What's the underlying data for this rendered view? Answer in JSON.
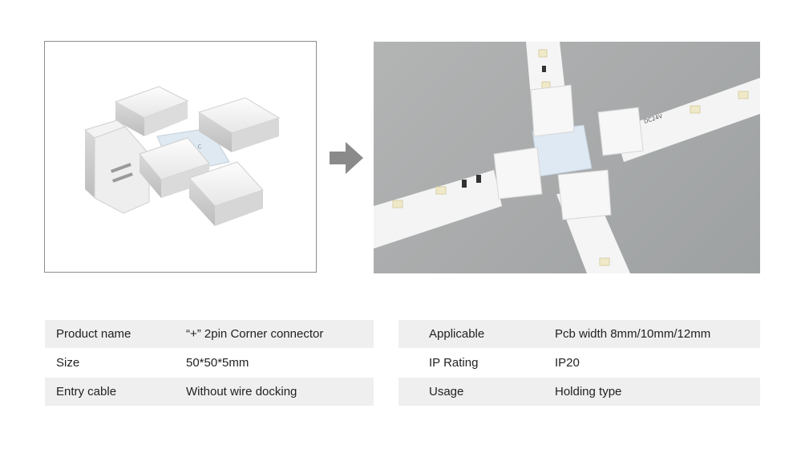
{
  "images": {
    "left_alt": "Plus-shaped 2pin corner connector product photo",
    "right_alt": "Connector joining four LED strips in a cross"
  },
  "strip_label": "DC24V",
  "colors": {
    "row_shade": "#efefef",
    "arrow": "#8a8a8a",
    "photo_bg": "#a9abac"
  },
  "specs_left": [
    {
      "label": "Product name",
      "value": "“+” 2pin Corner connector"
    },
    {
      "label": "Size",
      "value": "50*50*5mm"
    },
    {
      "label": "Entry cable",
      "value": "Without wire docking"
    }
  ],
  "specs_right": [
    {
      "label": "Applicable",
      "value": "Pcb width 8mm/10mm/12mm"
    },
    {
      "label": "IP Rating",
      "value": "IP20"
    },
    {
      "label": "Usage",
      "value": "Holding type"
    }
  ]
}
